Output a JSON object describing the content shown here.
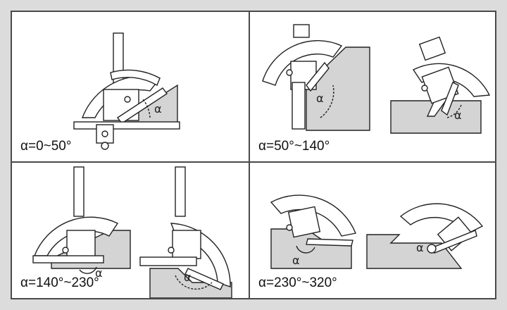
{
  "panels": [
    {
      "range_label": "α=0~50°",
      "angle_symbol": "α"
    },
    {
      "range_label": "α=50°~140°",
      "angle_symbol": "α"
    },
    {
      "range_label": "α=140°~230°",
      "angle_symbol": "α"
    },
    {
      "range_label": "α=230°~320°",
      "angle_symbol": "α"
    }
  ],
  "colors": {
    "frame": "#4a4a4a",
    "workpiece_fill": "#d4d4d4",
    "stroke": "#222222",
    "background": "#dcdcdc"
  }
}
